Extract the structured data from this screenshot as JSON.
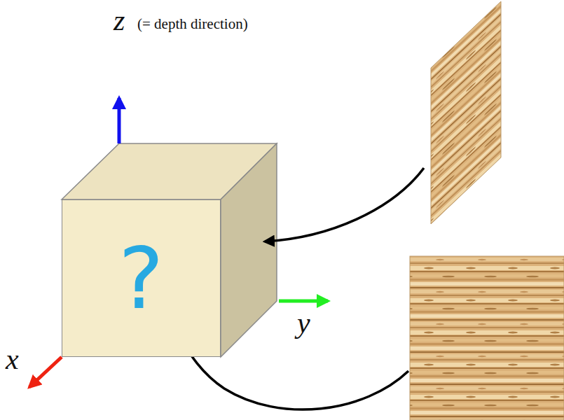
{
  "diagram": {
    "nodes": [
      {
        "text": [
          "?"
        ]
      }
    ],
    "labels": [
      "z",
      "(= depth direction)",
      "y",
      "x"
    ]
  }
}
